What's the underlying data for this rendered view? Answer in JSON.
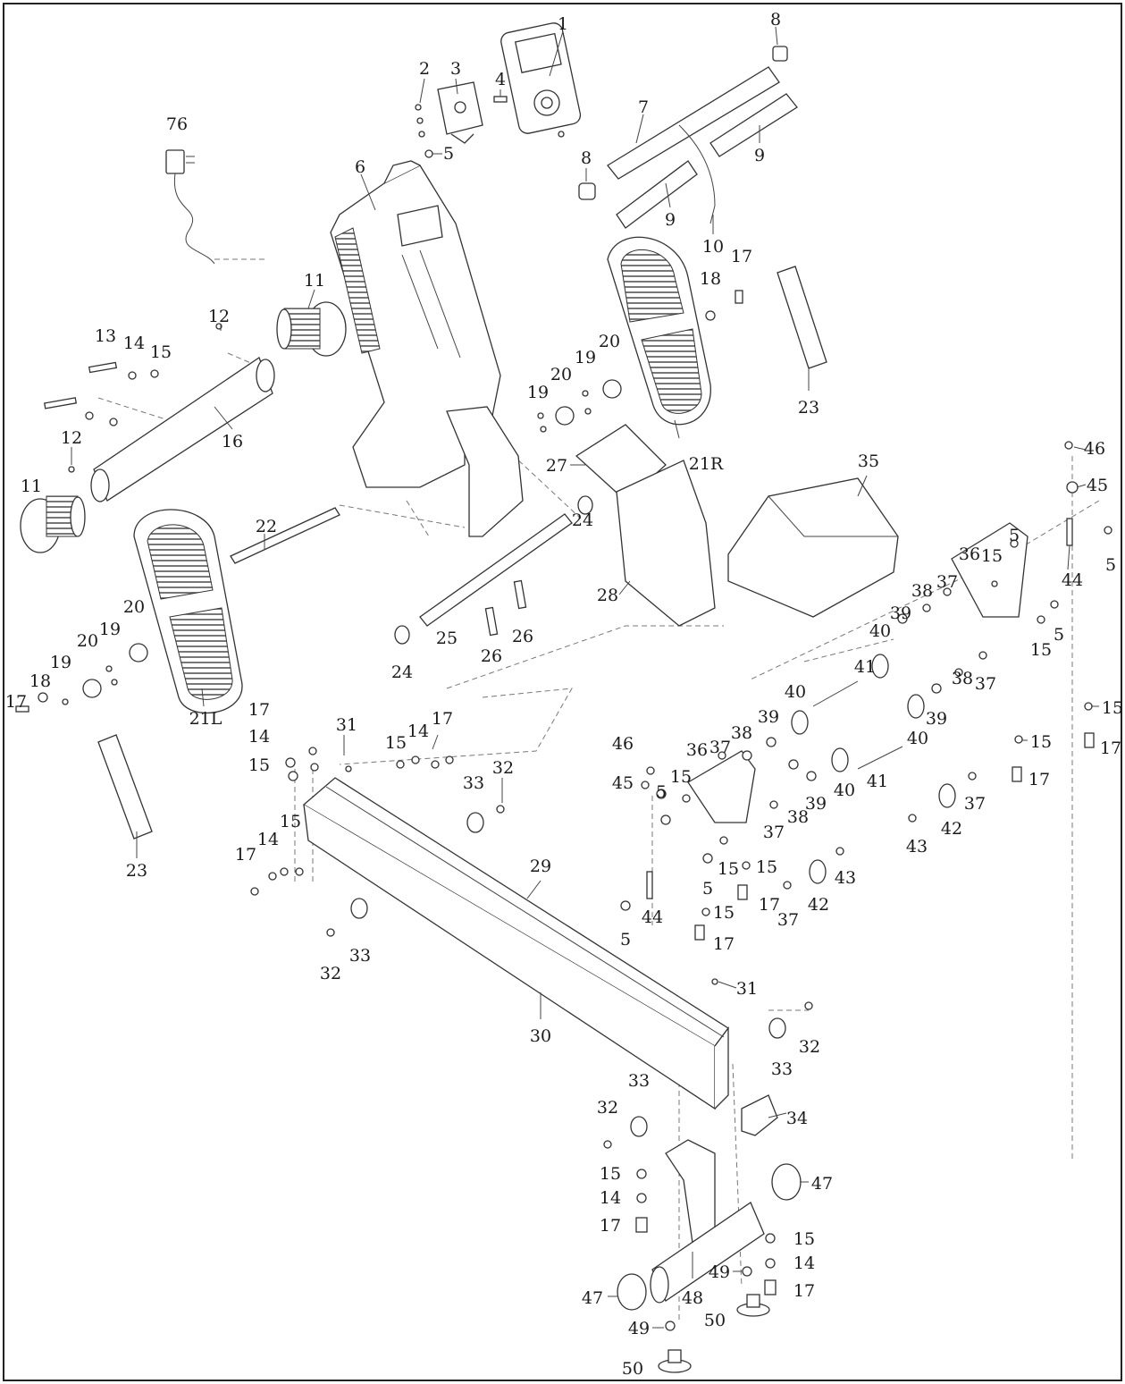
{
  "labels": {
    "p1": "1",
    "p2": "2",
    "p3": "3",
    "p4": "4",
    "p5": "5",
    "p6": "6",
    "p7": "7",
    "p8": "8",
    "p9": "9",
    "p10": "10",
    "p11": "11",
    "p12": "12",
    "p13": "13",
    "p14": "14",
    "p15": "15",
    "p16": "16",
    "p17": "17",
    "p18": "18",
    "p19": "19",
    "p20": "20",
    "p21R": "21R",
    "p21L": "21L",
    "p22": "22",
    "p23": "23",
    "p24": "24",
    "p25": "25",
    "p26": "26",
    "p27": "27",
    "p28": "28",
    "p29": "29",
    "p30": "30",
    "p31": "31",
    "p32": "32",
    "p33": "33",
    "p34": "34",
    "p35": "35",
    "p36": "36",
    "p37": "37",
    "p38": "38",
    "p39": "39",
    "p40": "40",
    "p41": "41",
    "p42": "42",
    "p43": "43",
    "p44": "44",
    "p45": "45",
    "p46": "46",
    "p47": "47",
    "p48": "48",
    "p49": "49",
    "p50": "50",
    "p76": "76"
  }
}
